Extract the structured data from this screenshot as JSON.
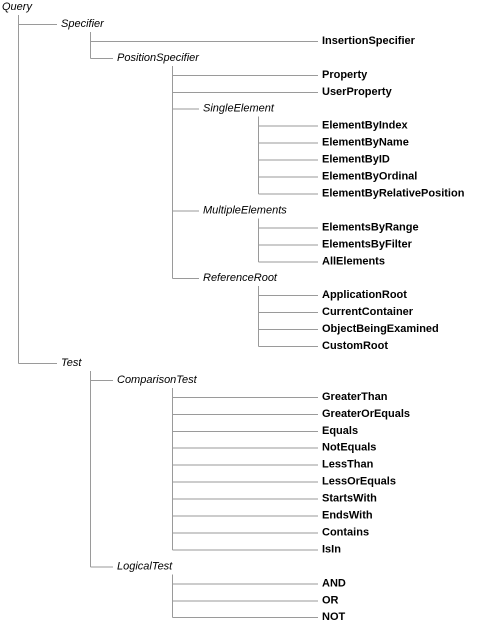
{
  "tree": {
    "label": "Query",
    "kind": "abstract",
    "children": [
      {
        "label": "Specifier",
        "kind": "abstract",
        "children": [
          {
            "label": "InsertionSpecifier",
            "kind": "concrete"
          },
          {
            "label": "PositionSpecifier",
            "kind": "abstract",
            "children": [
              {
                "label": "Property",
                "kind": "concrete"
              },
              {
                "label": "UserProperty",
                "kind": "concrete"
              },
              {
                "label": "SingleElement",
                "kind": "abstract",
                "children": [
                  {
                    "label": "ElementByIndex",
                    "kind": "concrete"
                  },
                  {
                    "label": "ElementByName",
                    "kind": "concrete"
                  },
                  {
                    "label": "ElementByID",
                    "kind": "concrete"
                  },
                  {
                    "label": "ElementByOrdinal",
                    "kind": "concrete"
                  },
                  {
                    "label": "ElementByRelativePosition",
                    "kind": "concrete"
                  }
                ]
              },
              {
                "label": "MultipleElements",
                "kind": "abstract",
                "children": [
                  {
                    "label": "ElementsByRange",
                    "kind": "concrete"
                  },
                  {
                    "label": "ElementsByFilter",
                    "kind": "concrete"
                  },
                  {
                    "label": "AllElements",
                    "kind": "concrete"
                  }
                ]
              },
              {
                "label": "ReferenceRoot",
                "kind": "abstract",
                "children": [
                  {
                    "label": "ApplicationRoot",
                    "kind": "concrete"
                  },
                  {
                    "label": "CurrentContainer",
                    "kind": "concrete"
                  },
                  {
                    "label": "ObjectBeingExamined",
                    "kind": "concrete"
                  },
                  {
                    "label": "CustomRoot",
                    "kind": "concrete"
                  }
                ]
              }
            ]
          }
        ]
      },
      {
        "label": "Test",
        "kind": "abstract",
        "children": [
          {
            "label": "ComparisonTest",
            "kind": "abstract",
            "children": [
              {
                "label": "GreaterThan",
                "kind": "concrete"
              },
              {
                "label": "GreaterOrEquals",
                "kind": "concrete"
              },
              {
                "label": "Equals",
                "kind": "concrete"
              },
              {
                "label": "NotEquals",
                "kind": "concrete"
              },
              {
                "label": "LessThan",
                "kind": "concrete"
              },
              {
                "label": "LessOrEquals",
                "kind": "concrete"
              },
              {
                "label": "StartsWith",
                "kind": "concrete"
              },
              {
                "label": "EndsWith",
                "kind": "concrete"
              },
              {
                "label": "Contains",
                "kind": "concrete"
              },
              {
                "label": "IsIn",
                "kind": "concrete"
              }
            ]
          },
          {
            "label": "LogicalTest",
            "kind": "abstract",
            "children": [
              {
                "label": "AND",
                "kind": "concrete"
              },
              {
                "label": "OR",
                "kind": "concrete"
              },
              {
                "label": "NOT",
                "kind": "concrete"
              }
            ]
          }
        ]
      }
    ]
  }
}
